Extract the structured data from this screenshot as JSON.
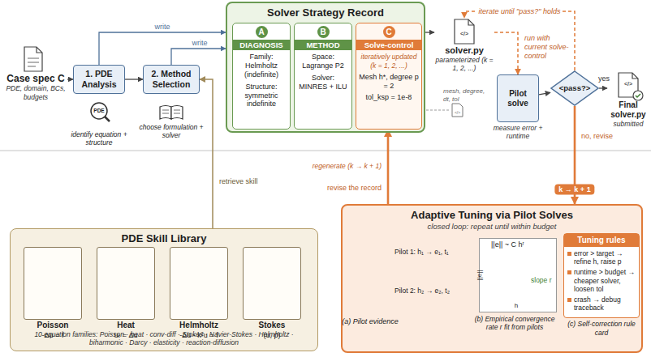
{
  "diagram": {
    "nodes": [
      {
        "text": [
          "Case spec C",
          "PDE, domain, BCs, budgets"
        ]
      },
      {
        "text": [
          "1. PDE Analysis"
        ]
      },
      {
        "text": [
          "2. Method Selection"
        ]
      },
      {
        "text": [
          "Solver Strategy Record"
        ]
      },
      {
        "text": [
          "A",
          "DIAGNOSIS",
          "Family: Helmholtz (indefinite)",
          "Structure: symmetric indefinite"
        ],
        "in": 3
      },
      {
        "text": [
          "B",
          "METHOD",
          "Space: Lagrange P2",
          "Solver: MINRES + ILU"
        ],
        "in": 3
      },
      {
        "text": [
          "C",
          "Solve-control",
          "iteratively updated (k = 1, 2, ...)",
          "Mesh h*, degree p = 2",
          "tol_ksp = 1e-8"
        ],
        "in": 3
      },
      {
        "text": [
          "solver.py",
          "parameterized (k = 1, 2, ...)"
        ]
      },
      {
        "text": [
          "Pilot solve",
          "measure error + runtime"
        ]
      },
      {
        "text": [
          "<pass?>"
        ]
      },
      {
        "text": [
          "Final solver.py",
          "submitted"
        ]
      },
      {
        "text": [
          "PDE Skill Library",
          "10 equation families: Poisson · heat · conv-diff · Stokes · Navier-Stokes · Helmholtz · biharmonic · Darcy · elasticity · reaction-diffusion"
        ]
      },
      {
        "text": [
          "Poisson",
          "-Δu = f"
        ],
        "in": 11
      },
      {
        "text": [
          "Heat",
          "uₜ = Δu"
        ],
        "in": 11
      },
      {
        "text": [
          "Helmholtz",
          "-Δu - k²u = f"
        ],
        "in": 11
      },
      {
        "text": [
          "Stokes",
          "(u, p)"
        ],
        "in": 11
      },
      {
        "text": [
          "Adaptive Tuning via Pilot Solves",
          "closed loop: repeat until within budget"
        ]
      },
      {
        "text": [
          "||e|| ~ C hʳ",
          "slope r"
        ],
        "in": 16
      },
      {
        "text": [
          "Tuning rules",
          "error > target → refine h, raise p",
          "runtime > budget → cheaper solver, loosen tol",
          "crash → debug traceback",
          "(c) Self-correction rule card"
        ],
        "in": 16
      }
    ],
    "edges": [
      {
        "from": 0,
        "to": 1,
        "arrow": "to"
      },
      {
        "from": 1,
        "to": 2,
        "arrow": "to"
      },
      {
        "from": 1,
        "to": 3,
        "arrow": "to",
        "label": "write"
      },
      {
        "from": 2,
        "to": 3,
        "arrow": "to",
        "label": "write"
      },
      {
        "from": 3,
        "to": 7,
        "arrow": "to"
      },
      {
        "from": 7,
        "to": 8,
        "arrow": "to",
        "label": "run with current solve-control"
      },
      {
        "from": 9,
        "to": 7,
        "arrow": "to",
        "label": "iterate until \"pass?\" holds"
      },
      {
        "from": 8,
        "to": 9,
        "arrow": "to"
      },
      {
        "from": 9,
        "to": 10,
        "arrow": "to",
        "label": "yes"
      },
      {
        "from": 9,
        "to": 16,
        "arrow": "to",
        "label": "no, revise"
      },
      {
        "from": 16,
        "to": 6,
        "arrow": "to",
        "label": "revise the record"
      },
      {
        "from": 11,
        "to": 2,
        "arrow": "to",
        "label": "retrieve skill"
      }
    ],
    "labels": [
      "PDE",
      "identify equation + structure",
      "choose formulation + solver",
      "</>",
      "mesh, degree, dt, tol",
      "</>",
      "</>",
      "regenerate (k → k + 1)",
      "k → k + 1",
      "Pilot 1: h₁ → e₁, t₁",
      "Pilot 2: h₂ → e₂, t₂",
      "(a) Pilot evidence",
      "||e||",
      "h",
      "(b) Empirical convergence rate r fit from pilots"
    ]
  }
}
